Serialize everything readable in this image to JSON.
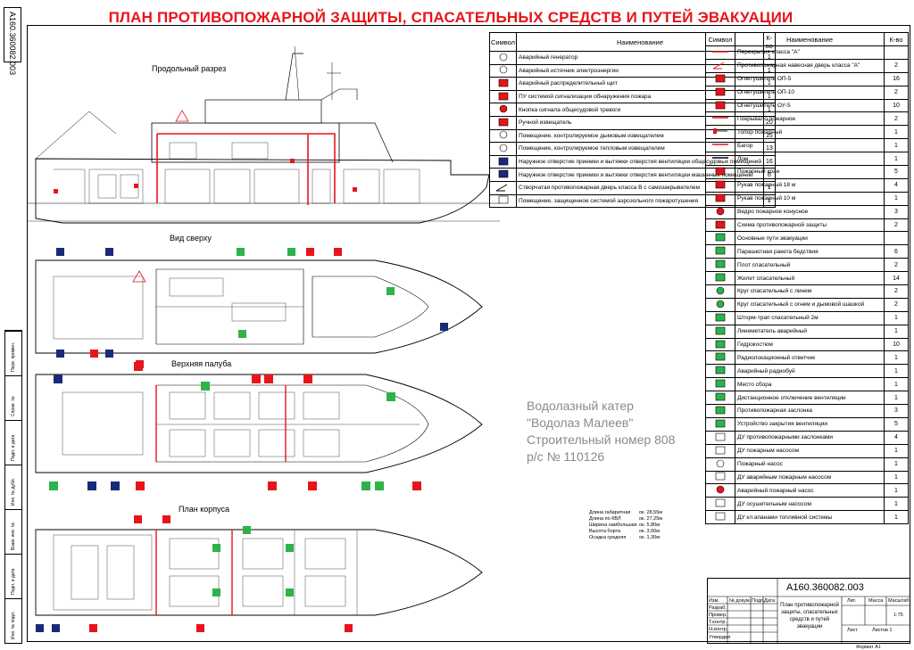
{
  "sheet": {
    "title": "ПЛАН ПРОТИВОПОЖАРНОЙ ЗАЩИТЫ, СПАСАТЕЛЬНЫХ СРЕДСТВ И ПУТЕЙ ЭВАКУАЦИИ",
    "drawing_code_rotated": "А160.360082.003",
    "views": {
      "side": "Продольный разрез",
      "top": "Вид сверху",
      "deck": "Верхняя палуба",
      "hull": "План корпуса"
    },
    "vessel": {
      "line1": "Водолазный катер",
      "line2": "\"Водолаз Малеев\"",
      "line3": "Строительный номер 808",
      "line4": "р/с  № 110126"
    },
    "dimensions": [
      {
        "k": "Длина габаритная",
        "v": "ок. 28,55м"
      },
      {
        "k": "Длина по КВЛ",
        "v": "ок. 27,25м"
      },
      {
        "k": "Ширина наибольшая",
        "v": "ок. 5,80м"
      },
      {
        "k": "Высота борта",
        "v": "ок. 3,00м"
      },
      {
        "k": "Осадка средняя",
        "v": "ок. 1,30м"
      }
    ],
    "colors": {
      "red": "#e8141b",
      "green": "#2db34a",
      "navy": "#1a2a7a",
      "grey": "#8a8a8a"
    }
  },
  "legend1": {
    "headers": [
      "Символ",
      "Наименование",
      "К-во"
    ],
    "rows": [
      {
        "name": "Аварийный генератор",
        "count": "1",
        "icon": "circle-icon",
        "color": "#fff"
      },
      {
        "name": "Аварийный источник электроэнергии",
        "count": "1",
        "icon": "circle-icon",
        "color": "#fff"
      },
      {
        "name": "Аварийный распределительный щит",
        "count": "1",
        "icon": "box-icon",
        "color": "#e8141b"
      },
      {
        "name": "ПУ системой сигнализации обнаружения пожара",
        "count": "1",
        "icon": "box-icon",
        "color": "#e8141b"
      },
      {
        "name": "Кнопка сигнала общесудовой тревоги",
        "count": "1",
        "icon": "circle-icon",
        "color": "#e8141b"
      },
      {
        "name": "Ручной извещатель",
        "count": "20",
        "icon": "box-icon",
        "color": "#e8141b"
      },
      {
        "name": "Помещение, контролируемое дымовым извещателем",
        "count": "15",
        "icon": "circle-icon",
        "color": "#fff"
      },
      {
        "name": "Помещение, контролируемое тепловым извещателем",
        "count": "13",
        "icon": "circle-icon",
        "color": "#fff"
      },
      {
        "name": "Наружное отверстие приемки и вытяжки отверстия вентиляции общесудовых помещений",
        "count": "16",
        "icon": "box-icon",
        "color": "#1a2a7a"
      },
      {
        "name": "Наружное отверстие приемки и вытяжки отверстия вентиляции машинных помещений",
        "count": "6",
        "icon": "box-icon",
        "color": "#1a2a7a"
      },
      {
        "name": "Створчатая противопожарная дверь класса В с самозакрывателем",
        "count": "1",
        "icon": "door-icon",
        "color": "#fff"
      },
      {
        "name": "Помещение, защищенное системой аэрозольного пожаротушения",
        "count": "1",
        "icon": "box-icon",
        "color": "#fff"
      }
    ]
  },
  "legend2": {
    "headers": [
      "Символ",
      "Наименование",
      "К-во"
    ],
    "rows": [
      {
        "name": "Перекрытия класса \"А\"",
        "count": "",
        "icon": "line-icon",
        "color": "#e8141b"
      },
      {
        "name": "Противопожарная навесная дверь класса \"А\"",
        "count": "2",
        "icon": "door-icon",
        "color": "#e8141b"
      },
      {
        "name": "Огнетушитель ОП-5",
        "count": "16",
        "icon": "box-icon",
        "color": "#e8141b"
      },
      {
        "name": "Огнетушитель ОП-10",
        "count": "2",
        "icon": "box-icon",
        "color": "#e8141b"
      },
      {
        "name": "Огнетушитель ОУ-5",
        "count": "10",
        "icon": "box-icon",
        "color": "#e8141b"
      },
      {
        "name": "Покрывало пожарное",
        "count": "2",
        "icon": "line-icon",
        "color": "#e8141b"
      },
      {
        "name": "Топор пожарный",
        "count": "1",
        "icon": "axe-icon",
        "color": "#000"
      },
      {
        "name": "Багор",
        "count": "1",
        "icon": "line-icon",
        "color": "#e8141b"
      },
      {
        "name": "Лом",
        "count": "1",
        "icon": "line-icon",
        "color": "#000"
      },
      {
        "name": "Пожарный кран",
        "count": "5",
        "icon": "box-icon",
        "color": "#e8141b"
      },
      {
        "name": "Рукав пожарный 18 м",
        "count": "4",
        "icon": "box-icon",
        "color": "#e8141b"
      },
      {
        "name": "Рукав пожарный 10 м",
        "count": "1",
        "icon": "box-icon",
        "color": "#e8141b"
      },
      {
        "name": "Ведро пожарное конусное",
        "count": "3",
        "icon": "circle-icon",
        "color": "#e8141b"
      },
      {
        "name": "Схема противопожарной защиты",
        "count": "2",
        "icon": "box-icon",
        "color": "#e8141b"
      },
      {
        "name": "Основные пути эвакуации",
        "count": "",
        "icon": "box-icon",
        "color": "#2db34a"
      },
      {
        "name": "Парашютная ракета бедствия",
        "count": "6",
        "icon": "box-icon",
        "color": "#2db34a"
      },
      {
        "name": "Плот спасательный",
        "count": "2",
        "icon": "box-icon",
        "color": "#2db34a"
      },
      {
        "name": "Жилет спасательный",
        "count": "14",
        "icon": "box-icon",
        "color": "#2db34a"
      },
      {
        "name": "Круг спасательный с линем",
        "count": "2",
        "icon": "circle-icon",
        "color": "#2db34a"
      },
      {
        "name": "Круг спасательный с огнем и дымовой шашкой",
        "count": "2",
        "icon": "circle-icon",
        "color": "#2db34a"
      },
      {
        "name": "Шторм-трап спасательный 2м",
        "count": "1",
        "icon": "box-icon",
        "color": "#2db34a"
      },
      {
        "name": "Линеметатель аварийный",
        "count": "1",
        "icon": "box-icon",
        "color": "#2db34a"
      },
      {
        "name": "Гидрокостюм",
        "count": "10",
        "icon": "box-icon",
        "color": "#2db34a"
      },
      {
        "name": "Радиолокационный ответчик",
        "count": "1",
        "icon": "box-icon",
        "color": "#2db34a"
      },
      {
        "name": "Аварийный радиобуй",
        "count": "1",
        "icon": "box-icon",
        "color": "#2db34a"
      },
      {
        "name": "Место сбора",
        "count": "1",
        "icon": "box-icon",
        "color": "#2db34a"
      },
      {
        "name": "Дистанционное отключение вентиляции",
        "count": "1",
        "icon": "box-icon",
        "color": "#2db34a"
      },
      {
        "name": "Противопожарная заслонка",
        "count": "3",
        "icon": "box-icon",
        "color": "#2db34a"
      },
      {
        "name": "Устройство закрытия вентиляции",
        "count": "5",
        "icon": "box-icon",
        "color": "#2db34a"
      },
      {
        "name": "ДУ противопожарными заслонками",
        "count": "4",
        "icon": "box-icon",
        "color": "#fff"
      },
      {
        "name": "ДУ пожарным насосом",
        "count": "1",
        "icon": "box-icon",
        "color": "#fff"
      },
      {
        "name": "Пожарный насос",
        "count": "1",
        "icon": "circle-icon",
        "color": "#fff"
      },
      {
        "name": "ДУ аварийным пожарным насосом",
        "count": "1",
        "icon": "box-icon",
        "color": "#fff"
      },
      {
        "name": "Аварийный пожарный насос",
        "count": "1",
        "icon": "circle-icon",
        "color": "#e8141b"
      },
      {
        "name": "ДУ осушительным насосом",
        "count": "1",
        "icon": "box-icon",
        "color": "#fff"
      },
      {
        "name": "ДУ кл:апанами топливной системы",
        "count": "1",
        "icon": "box-icon",
        "color": "#fff"
      }
    ]
  },
  "titleblock": {
    "code": "А160.360082.003",
    "name": "План противопожарной защиты, спасательных средств и путей эвакуации",
    "scale": "1:75",
    "labels": {
      "lit": "Лит.",
      "mass": "Масса",
      "scale_label": "Масштаб",
      "sheet": "Лист",
      "sheets": "Листов 1",
      "format": "Формат А1",
      "izm": "Изм.",
      "list": "Лист",
      "doc": "№ докум.",
      "sign": "Подп.",
      "date": "Дата",
      "razrab": "Разраб.",
      "prov": "Провер.",
      "tkontr": "Т.контр.",
      "nkontr": "Н.контр.",
      "utv": "Утвердил"
    }
  },
  "side_stamp": {
    "labels": [
      "Перв. примен.",
      "Справ. №",
      "Подп. и дата",
      "Инв. № дубл.",
      "Взам. инв. №",
      "Подп. и дата",
      "Инв. № подл."
    ]
  }
}
